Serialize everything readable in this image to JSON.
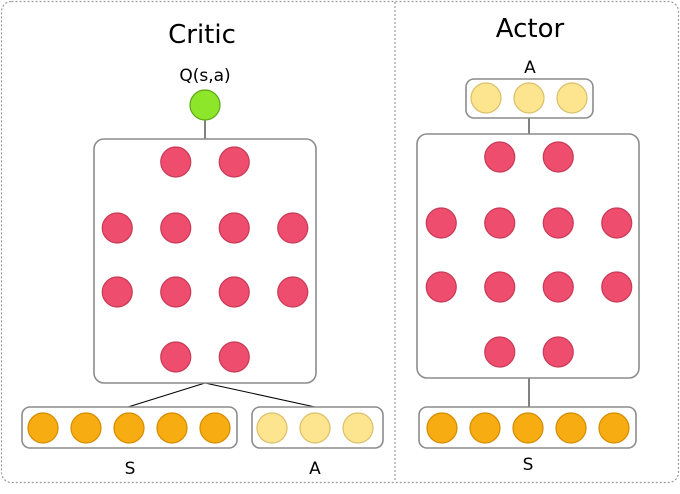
{
  "critic": {
    "title": "Critic",
    "output_label": "Q(s,a)",
    "state_label": "S",
    "action_label": "A",
    "layers": [
      2,
      4,
      4,
      2
    ],
    "state_units": 5,
    "action_units": 3
  },
  "actor": {
    "title": "Actor",
    "output_label": "A",
    "state_label": "S",
    "layers": [
      2,
      4,
      4,
      2
    ],
    "state_units": 5,
    "output_units": 3
  },
  "colors": {
    "hidden_node": "#ee4d6e",
    "hidden_stroke": "#c73a57",
    "q_node": "#8ee62b",
    "q_stroke": "#5fa51a",
    "state_node": "#f7ac11",
    "state_stroke": "#d48c00",
    "action_node": "#fde48f",
    "action_stroke": "#d9bf6a"
  }
}
